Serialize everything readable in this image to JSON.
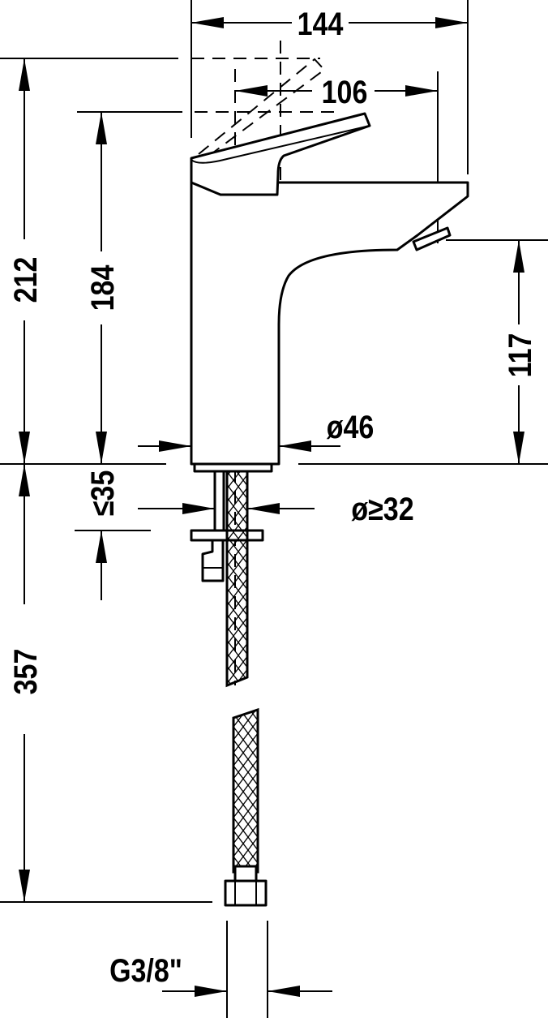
{
  "drawing": {
    "dimensions": {
      "overall_width": "144",
      "spout_reach": "106",
      "total_height": "212",
      "lever_height": "184",
      "spout_height": "117",
      "body_diameter": "ø46",
      "max_counter_thickness": "≤35",
      "hole_diameter": "ø≥32",
      "hose_length": "357",
      "connection_thread": "G3/8\""
    },
    "colors": {
      "line": "#000000",
      "background": "#ffffff"
    }
  }
}
